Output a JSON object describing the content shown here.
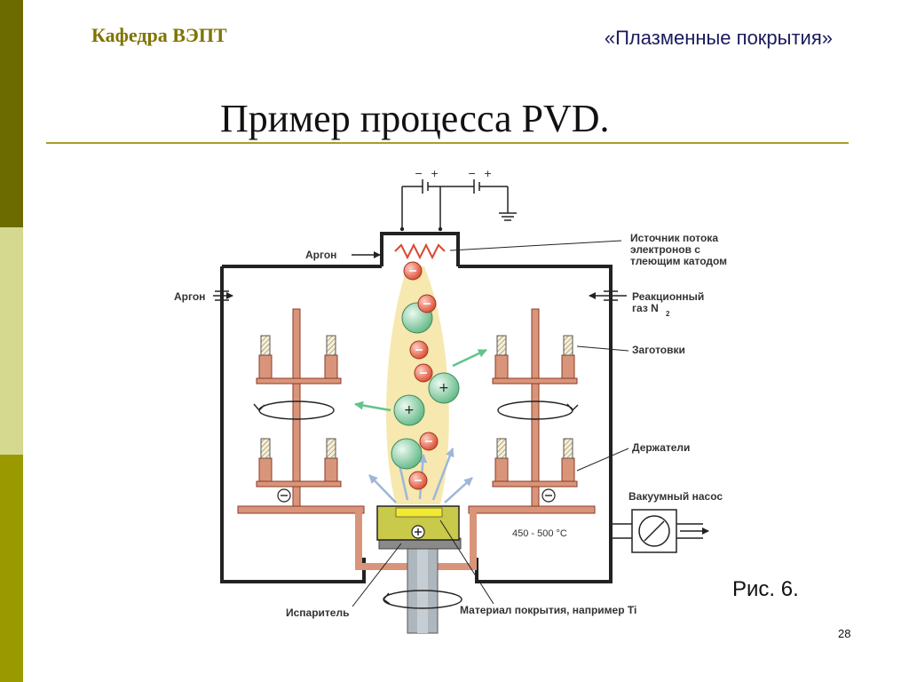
{
  "header": {
    "department": "Кафедра ВЭПТ",
    "course": "«Плазменные покрытия»"
  },
  "slide": {
    "title": "Пример процесса PVD.",
    "caption": "Рис. 6.",
    "page_number": "28"
  },
  "diagram": {
    "labels": {
      "argon_top": "Аргон",
      "argon_left": "Аргон",
      "electron_source_1": "Источник потока",
      "electron_source_2": "электронов с",
      "electron_source_3": "тлеющим катодом",
      "reactive_gas_1": "Реакционный",
      "reactive_gas_2": "газ N",
      "reactive_gas_sub": "2",
      "workpieces": "Заготовки",
      "holders": "Держатели",
      "vacuum_pump": "Вакуумный насос",
      "temperature": "450 - 500 °C",
      "evaporator": "Испаритель",
      "coating_material": "Материал покрытия, например Ti"
    },
    "signs": {
      "negative": "−",
      "positive": "+",
      "cathode": "⊖",
      "anode": "⊕"
    }
  },
  "colors": {
    "side_dark": "#6b6b00",
    "side_light": "#d4d98f",
    "side_mid": "#9a9a00",
    "header_gold": "#7f7300",
    "header_navy": "#1a1a5e",
    "rule": "#a99d2a",
    "holder": "#d9957a",
    "plasma": "#f5e6a6",
    "electron": "#e8634a",
    "ion": "#8fd3a8",
    "crucible": "#c9c94a"
  }
}
